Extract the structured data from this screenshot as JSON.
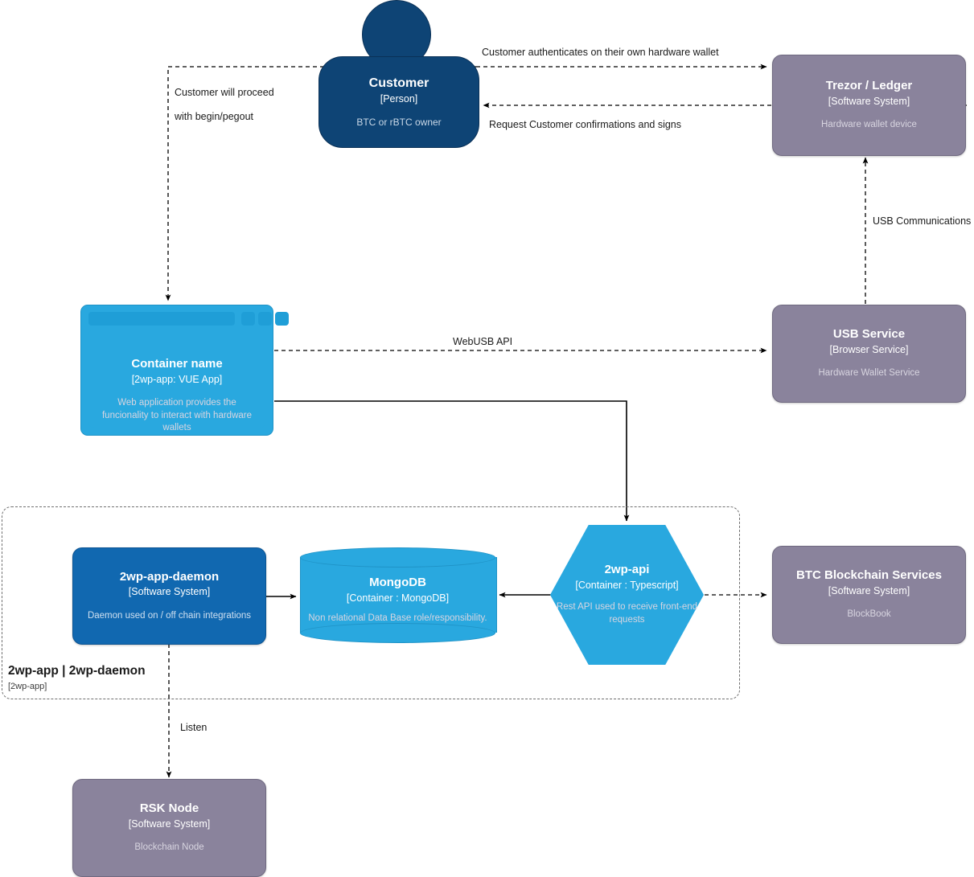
{
  "diagram": {
    "type": "c4-container-diagram",
    "colors": {
      "person": "#0e4475",
      "software_system": "#8a839c",
      "container_blue": "#29a8df",
      "system_blue": "#1168b0",
      "edge": "#000000",
      "boundary": "#6f6f6f"
    }
  },
  "nodes": {
    "customer": {
      "title": "Customer",
      "subtitle": "[Person]",
      "description": "BTC or rBTC owner"
    },
    "trezor": {
      "title": "Trezor / Ledger",
      "subtitle": "[Software System]",
      "description": "Hardware wallet device"
    },
    "vueapp": {
      "title": "Container name",
      "subtitle": "[2wp-app: VUE App]",
      "description": "Web application provides the funcionality to interact with hardware wallets"
    },
    "usbservice": {
      "title": "USB Service",
      "subtitle": "[Browser Service]",
      "description": "Hardware Wallet Service"
    },
    "daemon": {
      "title": "2wp-app-daemon",
      "subtitle": "[Software System]",
      "description": "Daemon used on / off chain integrations"
    },
    "mongodb": {
      "title": "MongoDB",
      "subtitle": "[Container : MongoDB]",
      "description": "Non relational Data Base role/responsibility."
    },
    "api": {
      "title": "2wp-api",
      "subtitle": "[Container : Typescript]",
      "description": "Rest API used to receive front-end requests"
    },
    "btcservices": {
      "title": "BTC Blockchain Services",
      "subtitle": "[Software System]",
      "description": "BlockBook"
    },
    "rsknode": {
      "title": "RSK Node",
      "subtitle": "[Software System]",
      "description": "Blockchain Node"
    }
  },
  "boundary": {
    "title": "2wp-app | 2wp-daemon",
    "subtitle": "[2wp-app]"
  },
  "edges": {
    "customer_to_trezor": {
      "label": "Customer authenticates on their own hardware wallet",
      "style": "dashed"
    },
    "trezor_to_customer": {
      "label": "Request Customer confirmations and signs",
      "style": "dashed"
    },
    "customer_to_vueapp_1": {
      "label": "Customer will proceed",
      "style": "dashed"
    },
    "customer_to_vueapp_2": {
      "label": "with begin/pegout",
      "style": "dashed"
    },
    "usbservice_to_trezor": {
      "label": "USB Communications",
      "style": "dashed"
    },
    "vueapp_to_usbservice": {
      "label": "WebUSB API",
      "style": "dashed"
    },
    "vueapp_to_api": {
      "label": "",
      "style": "solid"
    },
    "daemon_to_mongodb": {
      "label": "",
      "style": "solid"
    },
    "api_to_mongodb": {
      "label": "",
      "style": "solid"
    },
    "api_to_btcservices": {
      "label": "",
      "style": "dashed"
    },
    "daemon_to_rsknode": {
      "label": "Listen",
      "style": "dashed"
    }
  }
}
